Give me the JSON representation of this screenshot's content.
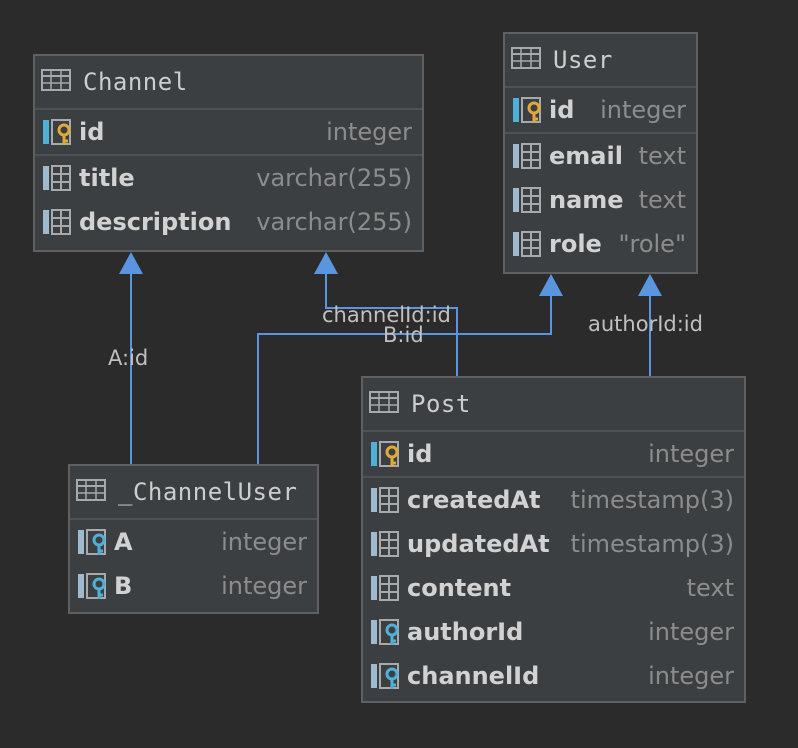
{
  "colors": {
    "background": "#2b2b2b",
    "table_bg": "#3c3f41",
    "border": "#5e6062",
    "connector": "#5a96e0",
    "key_gold": "#e0a93b",
    "key_blue": "#4fb0d8"
  },
  "tables": {
    "channel": {
      "name": "Channel",
      "rows": [
        {
          "name": "id",
          "type": "integer",
          "key": "primary-key-icon"
        },
        {
          "name": "title",
          "type": "varchar(255)",
          "key": "column-icon"
        },
        {
          "name": "description",
          "type": "varchar(255)",
          "key": "column-icon"
        }
      ]
    },
    "user": {
      "name": "User",
      "rows": [
        {
          "name": "id",
          "type": "integer",
          "key": "primary-key-icon"
        },
        {
          "name": "email",
          "type": "text",
          "key": "column-icon"
        },
        {
          "name": "name",
          "type": "text",
          "key": "column-icon"
        },
        {
          "name": "role",
          "type": "\"role\"",
          "key": "column-icon"
        }
      ]
    },
    "channeluser": {
      "name": "_ChannelUser",
      "rows": [
        {
          "name": "A",
          "type": "integer",
          "key": "foreign-key-icon"
        },
        {
          "name": "B",
          "type": "integer",
          "key": "foreign-key-icon"
        }
      ]
    },
    "post": {
      "name": "Post",
      "rows": [
        {
          "name": "id",
          "type": "integer",
          "key": "primary-key-icon"
        },
        {
          "name": "createdAt",
          "type": "timestamp(3)",
          "key": "column-icon"
        },
        {
          "name": "updatedAt",
          "type": "timestamp(3)",
          "key": "column-icon"
        },
        {
          "name": "content",
          "type": "text",
          "key": "column-icon"
        },
        {
          "name": "authorId",
          "type": "integer",
          "key": "foreign-key-icon"
        },
        {
          "name": "channelId",
          "type": "integer",
          "key": "foreign-key-icon"
        }
      ]
    }
  },
  "relations": {
    "a_id": "A:id",
    "b_id": "B:id",
    "channel_id": "channelId:id",
    "author_id": "authorId:id"
  }
}
